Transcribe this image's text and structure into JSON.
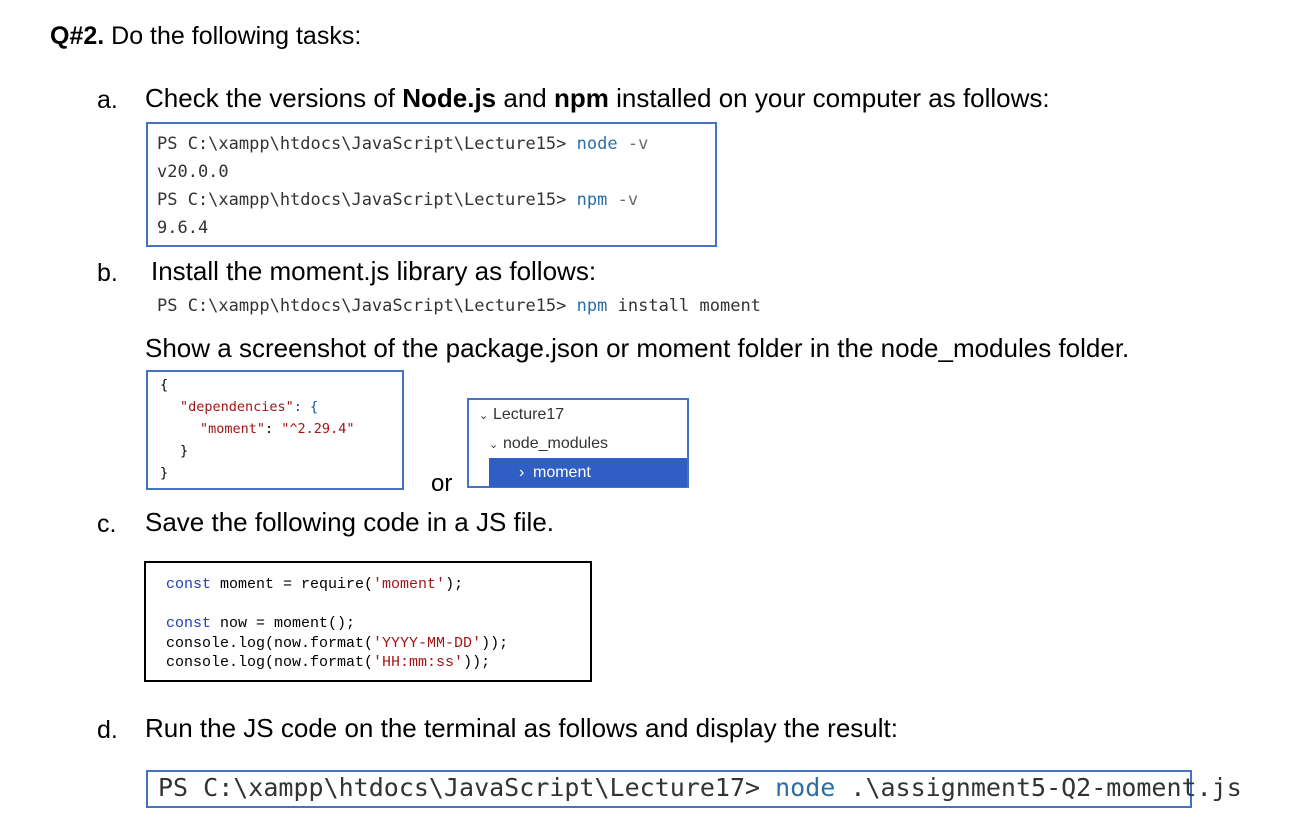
{
  "question": {
    "label": "Q#2.",
    "text": " Do the following tasks:"
  },
  "items": [
    {
      "marker": "a.",
      "text_before": "Check the versions of ",
      "bold1": "Node.js",
      "mid": " and ",
      "bold2": "npm",
      "text_after": " installed on your computer as follows:"
    },
    {
      "marker": "b.",
      "text": "Install the moment.js library as follows:"
    },
    {
      "marker": "c.",
      "text": "Save the following code in a JS file."
    },
    {
      "marker": "d.",
      "text": "Run the JS code on the terminal as follows and display the result:"
    }
  ],
  "terminal_a": {
    "line1_prompt": "PS C:\\xampp\\htdocs\\JavaScript\\Lecture15>",
    "line1_cmd": "node",
    "line1_flag": "-v",
    "line2": "v20.0.0",
    "line3_prompt": "PS C:\\xampp\\htdocs\\JavaScript\\Lecture15>",
    "line3_cmd": "npm",
    "line3_flag": "-v",
    "line4": "9.6.4"
  },
  "terminal_b": {
    "prompt": "PS C:\\xampp\\htdocs\\JavaScript\\Lecture15>",
    "cmd": "npm",
    "args": "install moment"
  },
  "screenshot_instruction": "Show a screenshot of the package.json or moment folder in the node_modules folder.",
  "package_json": {
    "open_brace": "{",
    "dependencies_key": "\"dependencies\"",
    "colon_open": ": {",
    "moment_key": "\"moment\"",
    "moment_sep": ": ",
    "moment_value": "\"^2.29.4\"",
    "inner_close": "}",
    "outer_close": "}"
  },
  "or_label": "or",
  "explorer": {
    "root": "Lecture17",
    "child": "node_modules",
    "selected": "moment",
    "expanded_icon": "chevron-down-icon",
    "collapsed_icon": "chevron-right-icon"
  },
  "code_c": {
    "l1_kw": "const",
    "l1_rest": " moment = require(",
    "l1_str": "'moment'",
    "l1_end": ");",
    "l3_kw": "const",
    "l3_rest": " now = moment();",
    "l4_a": "console.log(now.format(",
    "l4_str": "'YYYY-MM-DD'",
    "l4_end": "));",
    "l5_a": "console.log(now.format(",
    "l5_str": "'HH:mm:ss'",
    "l5_end": "));"
  },
  "terminal_d": {
    "prompt": "PS C:\\xampp\\htdocs\\JavaScript\\Lecture17>",
    "cmd": "node",
    "args": ".\\assignment5-Q2-moment.js"
  }
}
